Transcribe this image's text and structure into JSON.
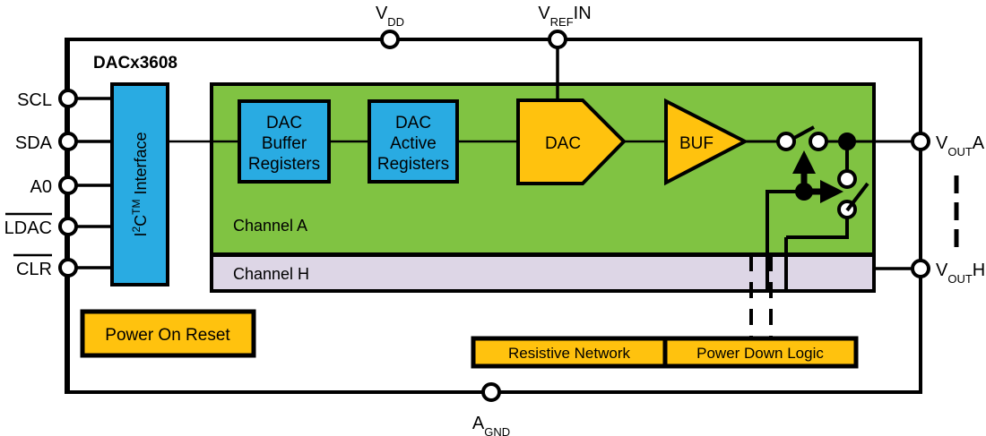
{
  "diagram": {
    "title": "DACx3608",
    "chip_title": "DACx3608"
  },
  "pins_left": [
    {
      "name": "pin-scl",
      "label": "SCL",
      "overline": false
    },
    {
      "name": "pin-sda",
      "label": "SDA",
      "overline": false
    },
    {
      "name": "pin-a0",
      "label": "A0",
      "overline": false
    },
    {
      "name": "pin-ldac",
      "label": "LDAC",
      "overline": true
    },
    {
      "name": "pin-clr",
      "label": "CLR",
      "overline": true
    }
  ],
  "pins_top": [
    {
      "name": "pin-vdd",
      "base": "V",
      "sub": "DD",
      "tail": ""
    },
    {
      "name": "pin-vrefin",
      "base": "V",
      "sub": "REF",
      "tail": "IN"
    }
  ],
  "pins_right": [
    {
      "name": "pin-vouta",
      "base": "V",
      "sub": "OUT",
      "tail": "A"
    },
    {
      "name": "pin-vouth",
      "base": "V",
      "sub": "OUT",
      "tail": "H"
    }
  ],
  "pin_bottom": {
    "name": "pin-agnd",
    "base": "A",
    "sub": "GND",
    "tail": ""
  },
  "blocks": {
    "i2c": {
      "base": "I",
      "sup": "2",
      "tail": "C",
      "tm": "TM",
      "rest": " Interface"
    },
    "dac_buffer_registers": [
      "DAC",
      "Buffer",
      "Registers"
    ],
    "dac_active_registers": [
      "DAC",
      "Active",
      "Registers"
    ],
    "dac": "DAC",
    "buf": "BUF",
    "power_on_reset": "Power On Reset",
    "resistive_network": "Resistive Network",
    "power_down_logic": "Power Down Logic",
    "channel_a": "Channel A",
    "channel_h": "Channel H"
  },
  "colors": {
    "green": "#80c342",
    "blue": "#29abe2",
    "amber": "#ffc20e",
    "lavender": "#ddd6e6",
    "line": "#000000",
    "background": "#ffffff"
  }
}
